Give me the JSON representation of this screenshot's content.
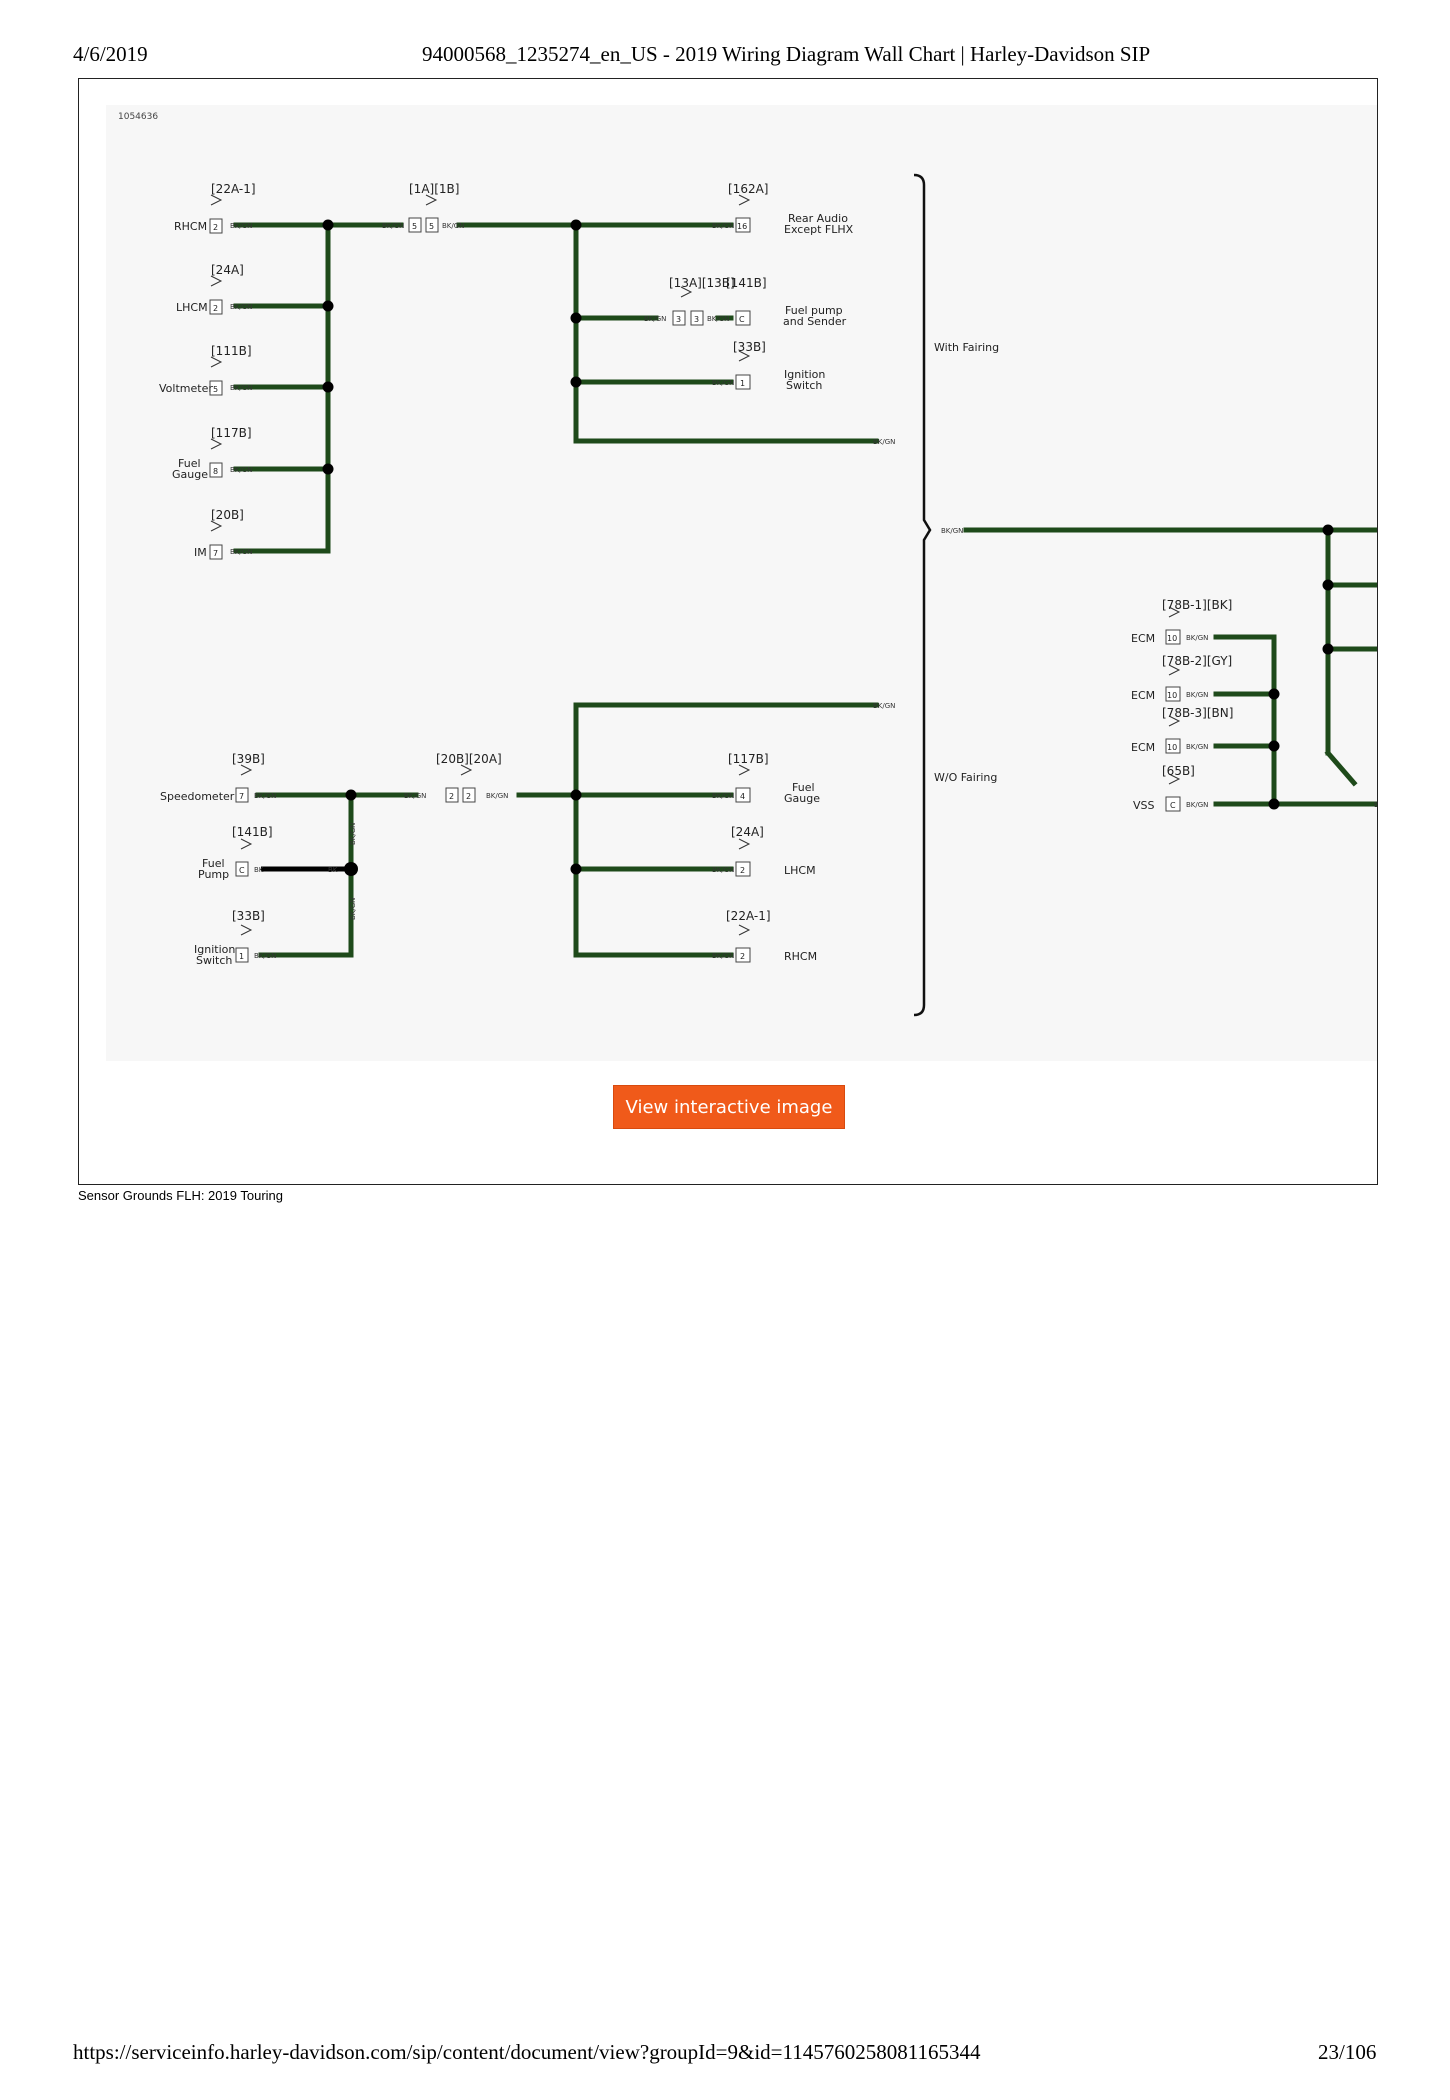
{
  "header": {
    "date": "4/6/2019",
    "title": "94000568_1235274_en_US - 2019 Wiring Diagram Wall Chart | Harley-Davidson SIP"
  },
  "footer": {
    "url": "https://serviceinfo.harley-davidson.com/sip/content/document/view?groupId=9&id=1145760258081165344",
    "page": "23/106"
  },
  "figure": {
    "id": "1054636",
    "caption": "Sensor Grounds FLH: 2019 Touring",
    "view_button": "View interactive image",
    "wire_color": "#1e4a1a",
    "wire_code": "BK/GN",
    "wire_code_bk": "BK",
    "section_with_fairing": "With Fairing",
    "section_wo_fairing": "W/O Fairing",
    "connectors": {
      "c22a1": "[22A-1]",
      "c24a": "[24A]",
      "c111b": "[111B]",
      "c117b": "[117B]",
      "c20b": "[20B]",
      "c1a1b": "[1A][1B]",
      "c162a": "[162A]",
      "c13a13b": "[13A][13B]",
      "c141b": "[141B]",
      "c33b": "[33B]",
      "c39b": "[39B]",
      "c20b20a": "[20B][20A]",
      "c78b1": "[78B-1][BK]",
      "c78b2": "[78B-2][GY]",
      "c78b3": "[78B-3][BN]",
      "c65b": "[65B]"
    },
    "components": {
      "rhcm": "RHCM",
      "lhcm": "LHCM",
      "voltmeter": "Voltmeter",
      "fuel": "Fuel",
      "gauge": "Gauge",
      "im": "IM",
      "rear_audio": "Rear Audio",
      "except_flhx": "Except FLHX",
      "fuel_pump": "Fuel pump",
      "and_sender": "and Sender",
      "ignition": "Ignition",
      "switch": "Switch",
      "speedometer": "Speedometer",
      "pump": "Pump",
      "ecm": "ECM",
      "vss": "VSS"
    },
    "pins": {
      "p2": "2",
      "p5": "5",
      "p8": "8",
      "p7": "7",
      "p16": "16",
      "p3": "3",
      "pc": "C",
      "p1": "1",
      "p4": "4",
      "p10": "10"
    }
  }
}
